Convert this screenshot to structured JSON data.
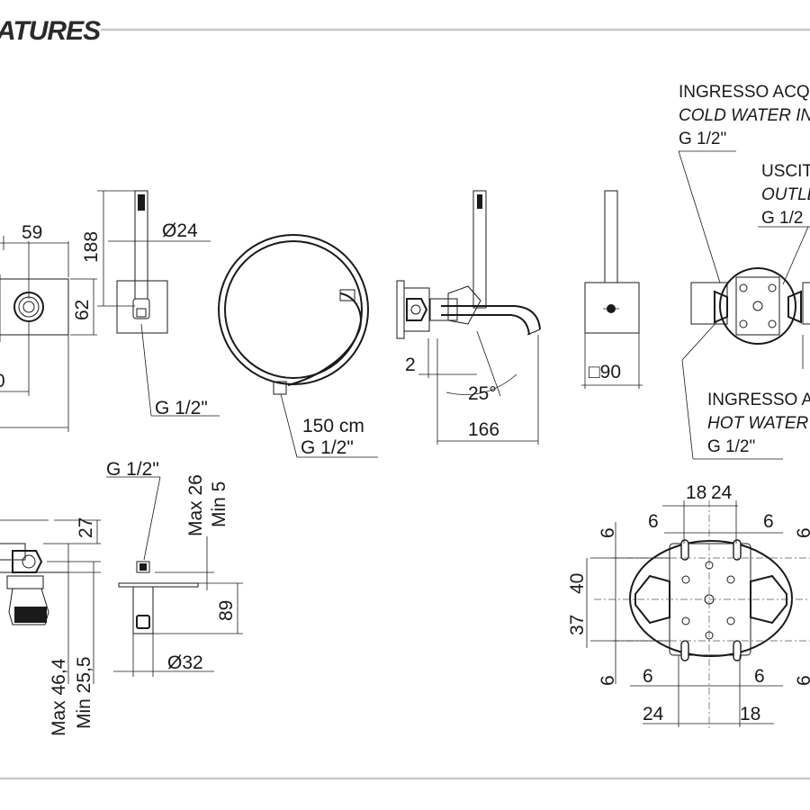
{
  "header": {
    "title": "ATURES"
  },
  "dimensions": {
    "d59": "59",
    "d0": "0",
    "d188": "188",
    "d62": "62",
    "dia24": "Ø24",
    "g12_handshower": "G 1/2\"",
    "hose_length": "150 cm",
    "g12_hose": "G 1/2\"",
    "d2": "2",
    "d25deg": "25°",
    "d166": "166",
    "sq90": "□90",
    "g12_top": "G 1/2\"",
    "max26": "Max 26",
    "min5": "Min 5",
    "d27": "27",
    "d89": "89",
    "dia32": "Ø32",
    "max464": "Max 46,4",
    "min255": "Min 25,5",
    "d18_top": "18",
    "d24_top": "24",
    "d6_tl": "6",
    "d6_tr": "6",
    "d6_lt": "6",
    "d40": "40",
    "d37": "37",
    "d6_lb": "6",
    "d6_bl": "6",
    "d6_br": "6",
    "d24_bot": "24",
    "d18_bot": "18",
    "d6_rt": "6",
    "d6_rb": "6"
  },
  "labels": {
    "cold_line1": "INGRESSO ACQ",
    "cold_line2": "COLD WATER IN",
    "cold_line3": "G 1/2\"",
    "outlet_line1": "USCITA",
    "outlet_line2": "OUTLET",
    "outlet_line3": "G 1/2",
    "hot_line1": "INGRESSO A",
    "hot_line2": "HOT WATER",
    "hot_line3": "G 1/2\""
  }
}
